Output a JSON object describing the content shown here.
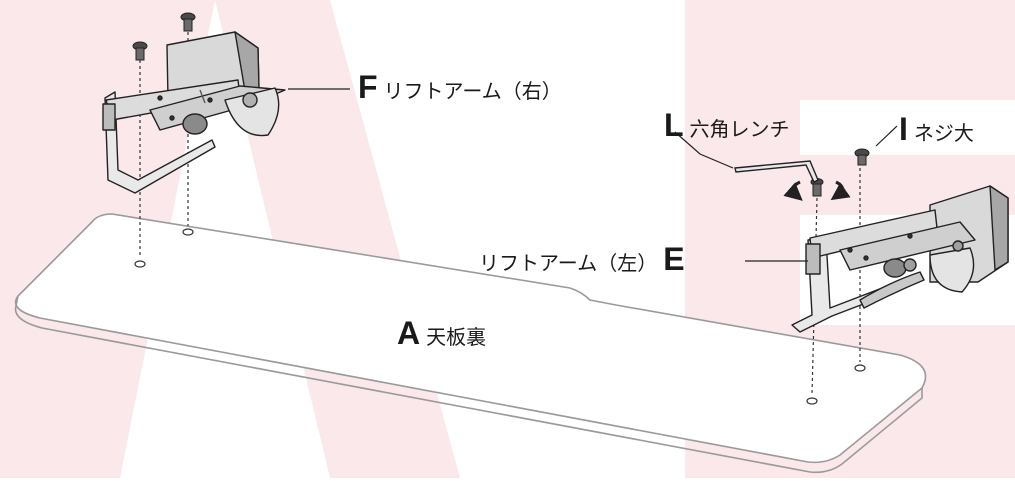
{
  "colors": {
    "watermark": "#fbe8ea",
    "line": "#222222",
    "board_stroke": "#9a9a9a",
    "part_fill": "#e9e9e9"
  },
  "labels": {
    "F": {
      "letter": "F",
      "text": "リフトアーム（右）"
    },
    "L": {
      "letter": "L",
      "text": "六角レンチ"
    },
    "I": {
      "letter": "I",
      "text": "ネジ大"
    },
    "E": {
      "letter": "E",
      "text": "リフトアーム（左）"
    },
    "A": {
      "letter": "A",
      "text": "天板裏"
    }
  },
  "icons": {
    "rotation": "rotate-arrows-icon",
    "screw": "screw-icon",
    "hex_key": "hex-key-icon"
  }
}
